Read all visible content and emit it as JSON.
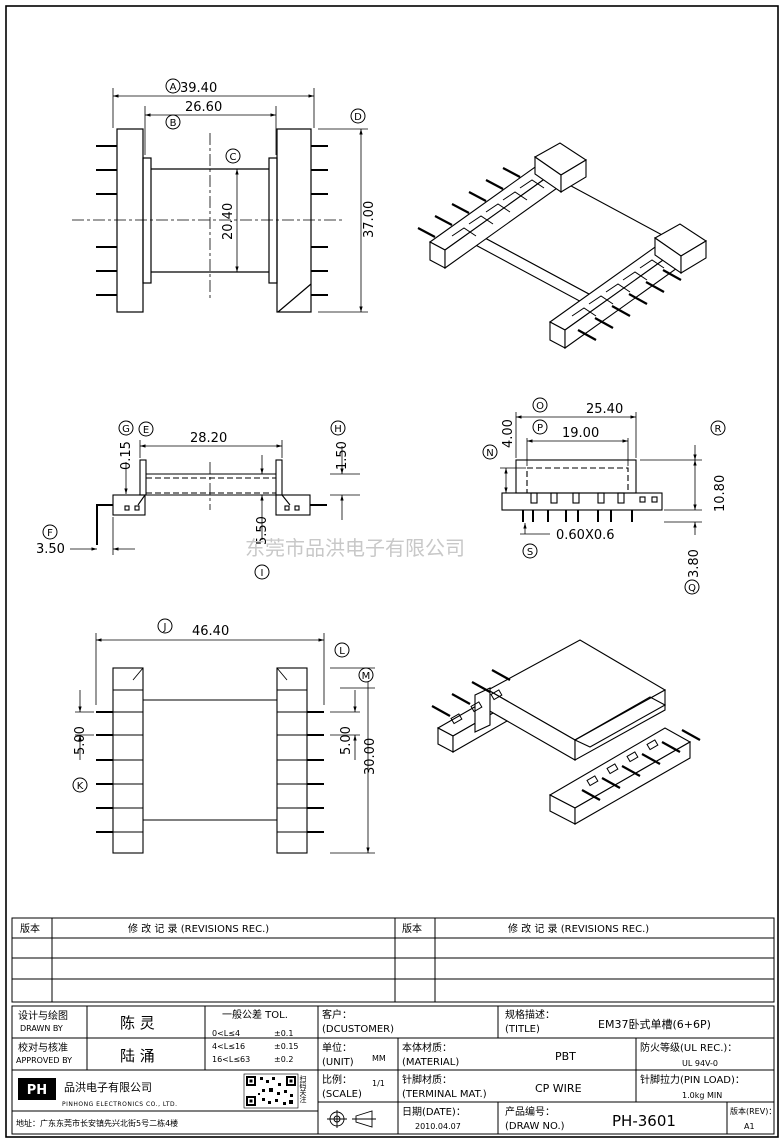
{
  "drawing": {
    "dims": {
      "A": "39.40",
      "B": "26.60",
      "C": "20.40",
      "D": "37.00",
      "E": "28.20",
      "F": "3.50",
      "G": "0.15",
      "H": "1.50",
      "I": "5.50",
      "J": "46.40",
      "K": "5.00",
      "M_pitch": "5.00",
      "M": "30.00",
      "O": "25.40",
      "P": "19.00",
      "N": "4.00",
      "R": "10.80",
      "S": "0.60X0.6",
      "Q": "3.80"
    },
    "markers": [
      "A",
      "B",
      "C",
      "D",
      "E",
      "F",
      "G",
      "H",
      "I",
      "J",
      "K",
      "L",
      "M",
      "N",
      "O",
      "P",
      "Q",
      "R",
      "S"
    ],
    "watermark": "东莞市品洪电子有限公司"
  },
  "revisions": {
    "col_version": "版本",
    "col_record": "修 改 记 录 (REVISIONS REC.)",
    "col_version2": "版本",
    "col_record2": "修 改 记 录 (REVISIONS REC.)"
  },
  "titleblock": {
    "drawn_cn": "设计与绘图",
    "drawn_en": "DRAWN BY",
    "drawn_name": "陈 灵",
    "approved_cn": "校对与核准",
    "approved_en": "APPROVED BY",
    "approved_name": "陆 涌",
    "tol_title": "一般公差 TOL.",
    "tol_rows": [
      {
        "range": "0<L≤4",
        "tol": "±0.1"
      },
      {
        "range": "4<L≤16",
        "tol": "±0.15"
      },
      {
        "range": "16<L≤63",
        "tol": "±0.2"
      }
    ],
    "customer_cn": "客户：",
    "customer_en": "(DCUSTOMER)",
    "title_cn": "规格描述：",
    "title_en": "(TITLE)",
    "title_value": "EM37卧式单槽(6+6P)",
    "unit_cn": "单位：",
    "unit_en": "(UNIT)",
    "unit_value": "MM",
    "material_cn": "本体材质：",
    "material_en": "(MATERIAL)",
    "material_value": "PBT",
    "ul_cn": "防火等级(UL REC.)：",
    "ul_value": "UL 94V-0",
    "scale_cn": "比例：",
    "scale_en": "(SCALE)",
    "scale_value": "1/1",
    "terminal_cn": "针脚材质：",
    "terminal_en": "(TERMINAL MAT.)",
    "terminal_value": "CP WIRE",
    "pinload_cn": "针脚拉力(PIN LOAD)：",
    "pinload_value": "1.0kg MIN",
    "date_cn": "日期(DATE)：",
    "date_value": "2010.04.07",
    "drawno_cn": "产品编号：",
    "drawno_en": "(DRAW NO.)",
    "drawno_value": "PH-3601",
    "rev_cn": "版本(REV)：",
    "rev_value": "A1",
    "company_cn": "品洪电子有限公司",
    "company_en": "PINHONG ELECTRONICS CO., LTD.",
    "address": "地址：广东东莞市长安镇先兴北街5号二栋4楼",
    "qr_caption": "扫码关注"
  }
}
